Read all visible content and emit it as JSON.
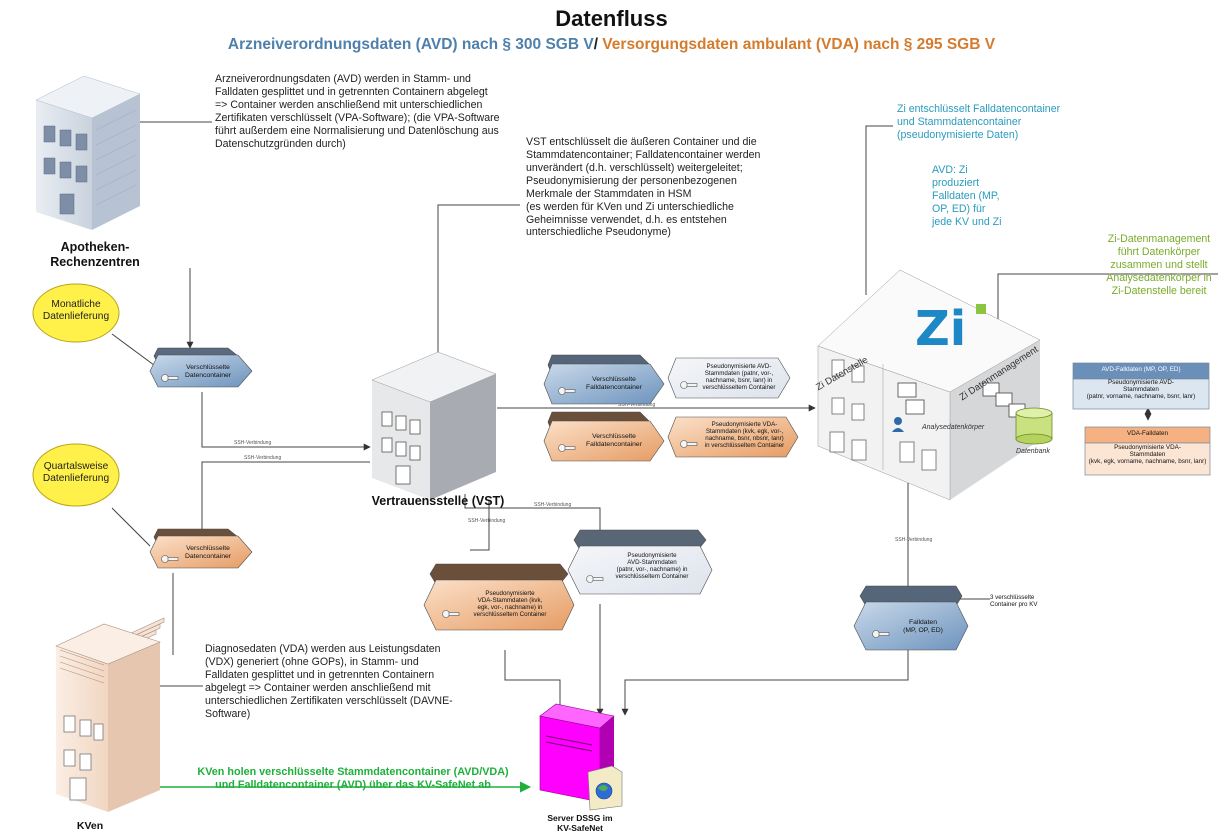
{
  "title": "Datenfluss",
  "subtitle": {
    "avd": "Arzneiverordnungsdaten (AVD) nach § 300 SGB V",
    "sep": "/",
    "vda": " Versorgungsdaten ambulant (VDA) nach § 295 SGB V"
  },
  "colors": {
    "avd": "#4f7fab",
    "vda": "#d47c2e",
    "zi_teal": "#2a9bbd",
    "zi_green": "#7aab2a",
    "kv_green": "#1db03a",
    "server": "#ff00ff",
    "ellipse": "#fff04a"
  },
  "nodes": {
    "apotheken": "Apotheken-\nRechenzentren",
    "vst": "Vertrauensstelle (VST)",
    "kven": "KVen",
    "server": "Server DSSG im\nKV-SafeNet",
    "zi_datenstelle": "Zi Datenstelle",
    "zi_datenmanagement": "Zi Datenmanagement",
    "analysedatenkoerper": "Analysedatenkörper",
    "datenbank": "Datenbank"
  },
  "texts": {
    "apotheken_desc": "Arzneiverordnungsdaten (AVD) werden in Stamm- und\nFalldaten gesplittet und in getrennten Containern abgelegt\n=> Container werden anschließend mit unterschiedlichen\nZertifikaten verschlüsselt (VPA-Software); (die VPA-Software\nführt außerdem eine Normalisierung und Datenlöschung aus\nDatenschutzgründen durch)",
    "vst_desc": "VST entschlüsselt die äußeren Container und die\nStammdatencontainer; Falldatencontainer werden\nunverändert (d.h. verschlüsselt) weitergeleitet;\nPseudonymisierung der personenbezogenen\nMerkmale der Stammdaten in HSM\n(es werden für KVen und Zi unterschiedliche\nGeheimnisse verwendet, d.h. es entstehen\nunterschiedliche Pseudonyme)",
    "zi_decrypt": "Zi entschlüsselt Falldatencontainer\nund Stammdatencontainer\n(pseudonymisierte Daten)",
    "zi_avd": "AVD: Zi\nproduziert\nFalldaten (MP,\nOP, ED) für\njede KV und Zi",
    "zi_mgmt": "Zi-Datenmanagement\nführt Datenkörper\nzusammen und stellt\nAnalysedatenkörper in\nZi-Datenstelle bereit",
    "kven_desc": "Diagnosedaten (VDA) werden aus Leistungsdaten\n(VDX) generiert (ohne GOPs), in Stamm- und\nFalldaten gesplittet und in getrennten Containern\nabgelegt => Container werden anschließend mit\nunterschiedlichen Zertifikaten verschlüsselt (DAVNE-\nSoftware)",
    "kven_fetch": "KVen holen verschlüsselte Stammdatencontainer (AVD/VDA)\nund Falldatencontainer (AVD) über das KV-SafeNet ab",
    "three_containers": "3 verschlüsselte\nContainer pro KV"
  },
  "ellipses": {
    "monthly": "Monatliche\nDatenlieferung",
    "quarterly": "Quartalsweise\nDatenlieferung"
  },
  "containers": {
    "apo_encrypted": "Verschlüsselte\nDatencontainer",
    "kv_encrypted": "Verschlüsselte\nDatencontainer",
    "avd_fall": "Verschlüsselte\nFalldatencontainer",
    "avd_stamm": "Pseudonymisierte AVD-\nStammdaten (patnr, vor-,\nnachname, bsnr, lanr) in\nverschlüsseltem Container",
    "vda_fall": "Verschlüsselte\nFalldatencontainer",
    "vda_stamm": "Pseudonymisierte VDA-\nStammdaten (kvk, egk, vor-,\nnachname, bsnr, nbsnr, lanr)\nin verschlüsseltem Container",
    "to_server_vda": "Pseudonymisierte\nVDA-Stammdaten (kvk,\negk, vor-, nachname) in\nverschlüsseltem Container",
    "to_server_avd": "Pseudonymisierte\nAVD-Stammdaten\n(patnr, vor-, nachname) in\nverschlüsseltem Container",
    "falldaten": "Falldaten\n(MP, OP, ED)"
  },
  "side_boxes": {
    "avd_header": "AVD-Falldaten (MP, OP, ED)",
    "avd_body": "Pseudonymisierte AVD-\nStammdaten\n(patnr, vorname, nachname, bsnr, lanr)",
    "vda_header": "VDA-Falldaten",
    "vda_body": "Pseudonymisierte VDA-\nStammdaten\n(kvk, egk, vorname, nachname, bsnr, lanr)"
  },
  "conn_label": "SSH-Verbindung",
  "logo": "Zi"
}
